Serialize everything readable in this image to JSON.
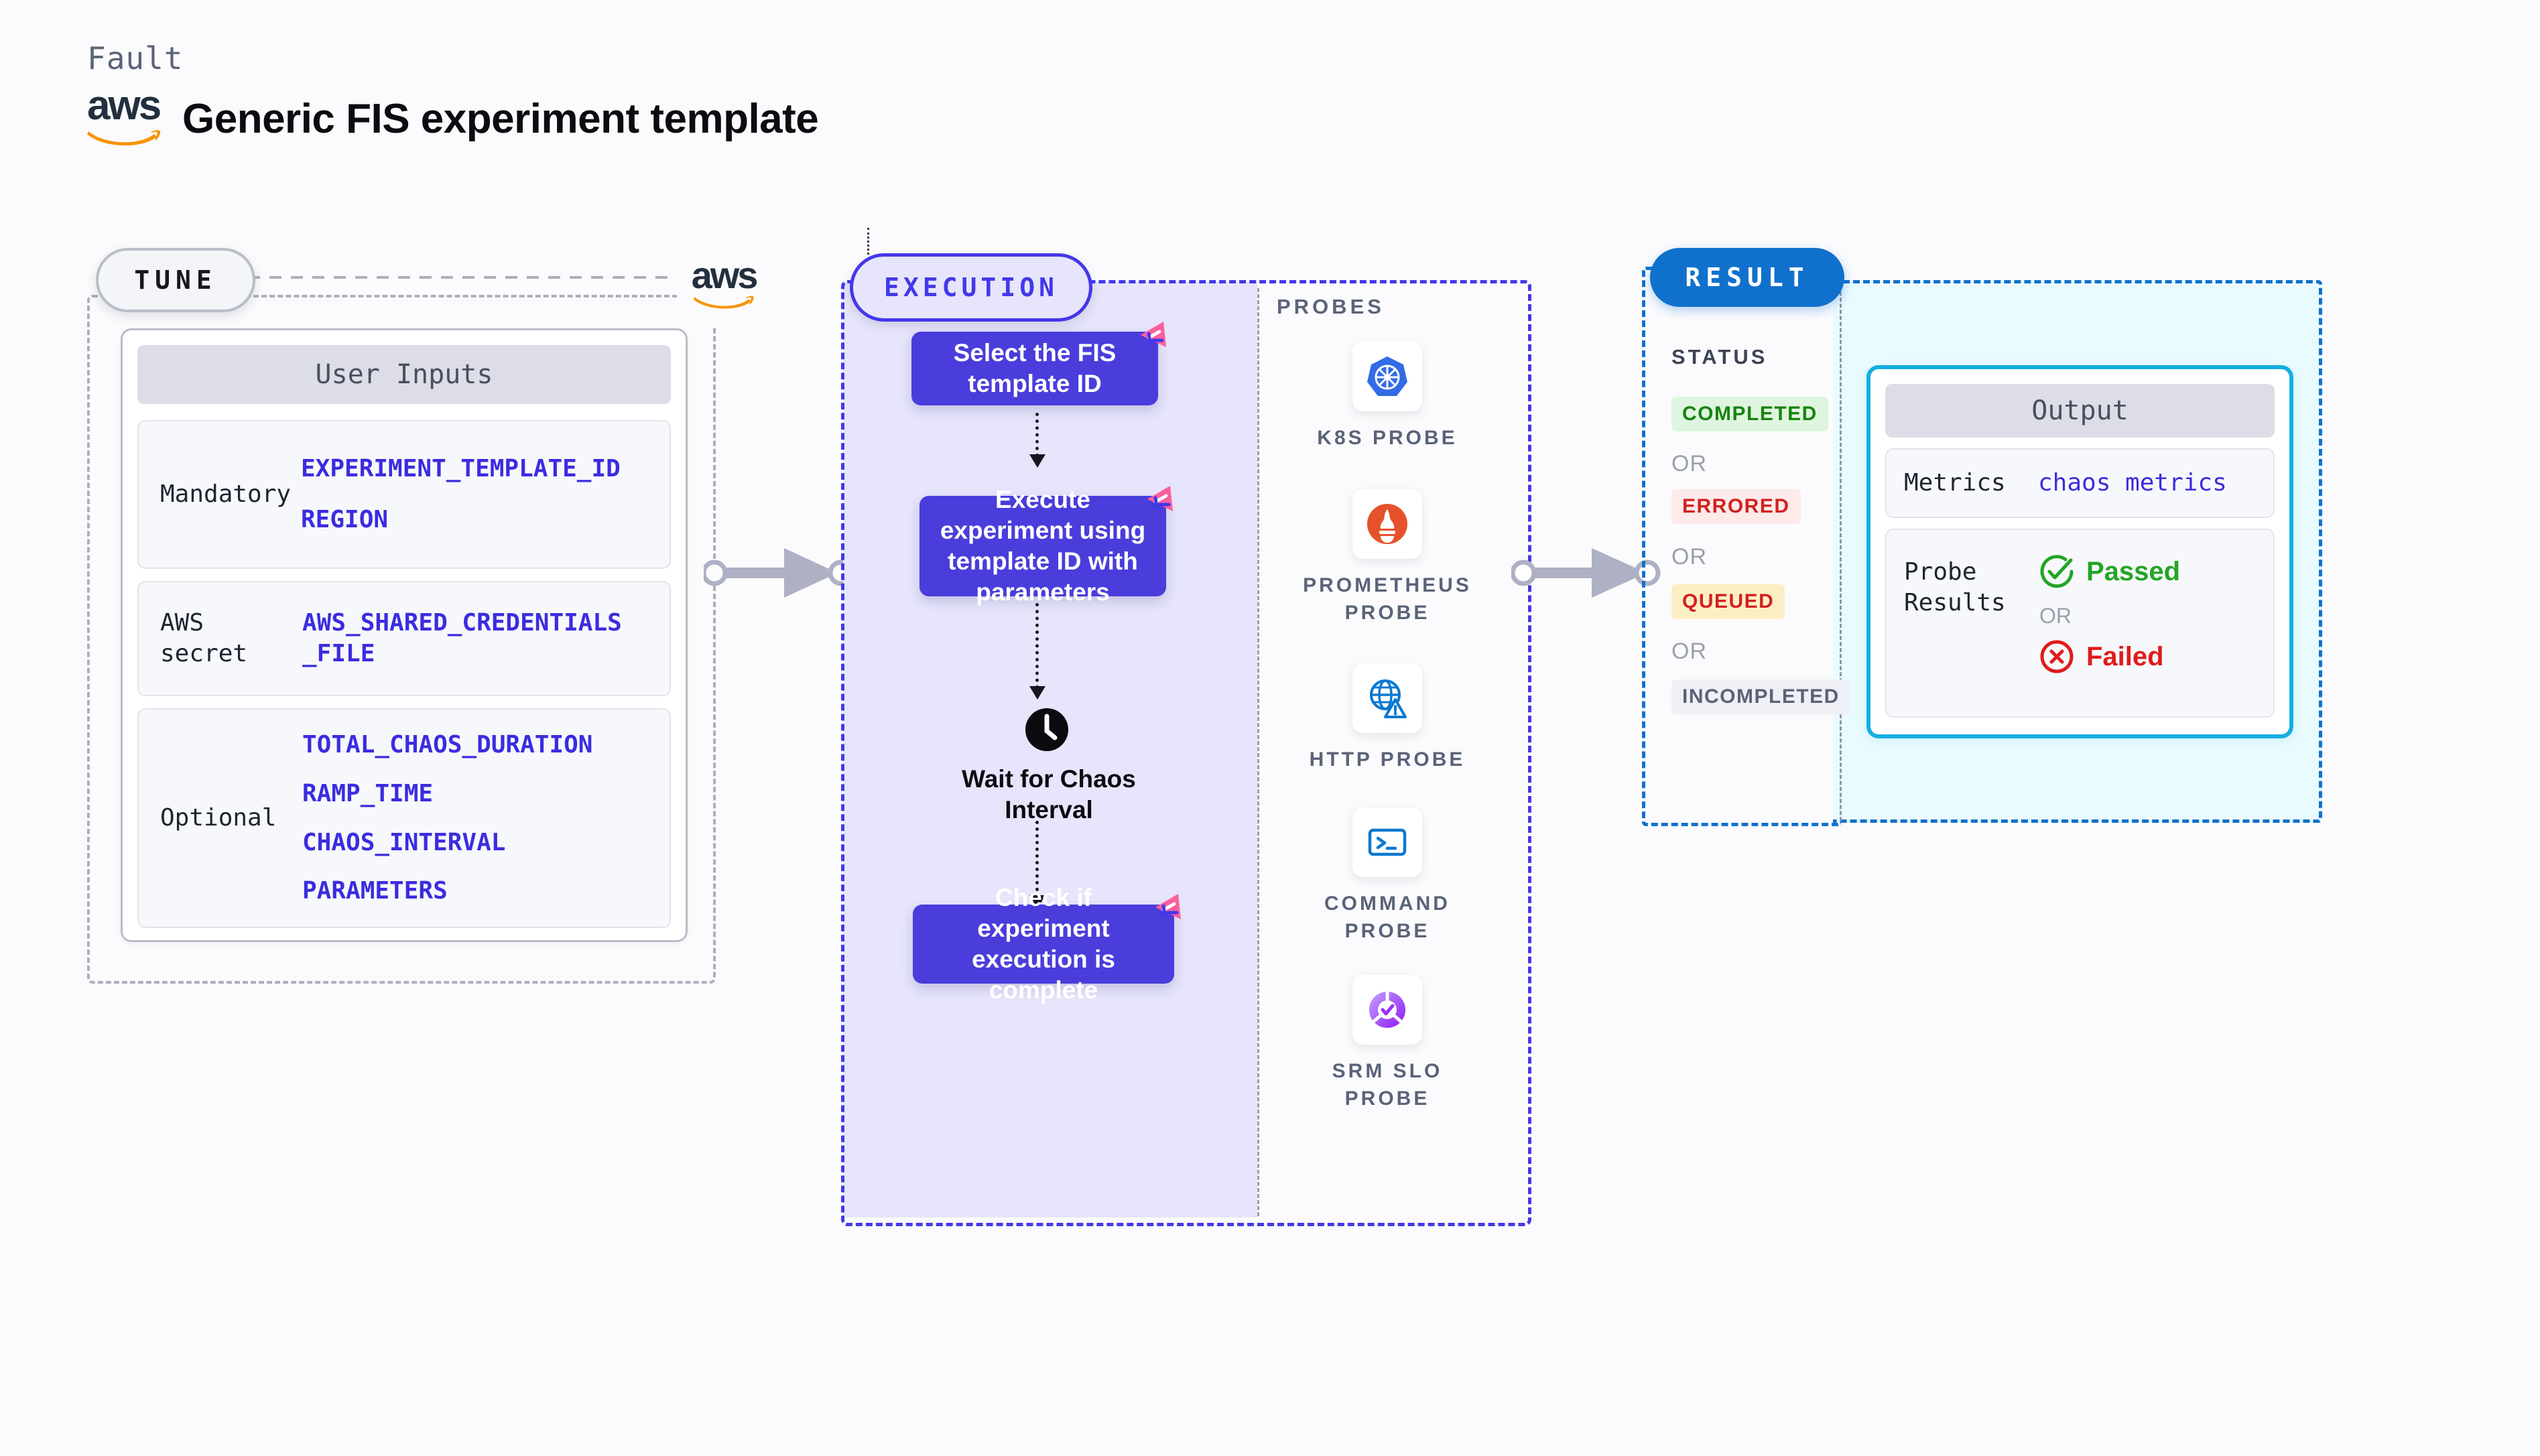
{
  "header": {
    "fault_label": "Fault",
    "logo": "aws-logo",
    "title": "Generic FIS experiment template"
  },
  "tune": {
    "pill_label": "TUNE",
    "aws_badge": "aws",
    "card_title": "User Inputs",
    "sections": [
      {
        "label": "Mandatory",
        "params": [
          "EXPERIMENT_TEMPLATE_ID",
          "REGION"
        ]
      },
      {
        "label": "AWS secret",
        "params": [
          "AWS_SHARED_CREDENTIALS\n_FILE"
        ]
      },
      {
        "label": "Optional",
        "params": [
          "TOTAL_CHAOS_DURATION",
          "RAMP_TIME",
          "CHAOS_INTERVAL",
          "PARAMETERS"
        ]
      }
    ]
  },
  "execution": {
    "pill_label": "EXECUTION",
    "steps": [
      {
        "text": "Select the FIS template ID"
      },
      {
        "text": "Execute experiment using template ID with parameters"
      },
      {
        "text": "Wait for Chaos Interval",
        "icon": "clock-icon"
      },
      {
        "text": "Check if experiment execution is complete"
      }
    ],
    "probes_title": "PROBES",
    "probes": [
      {
        "label": "K8S PROBE",
        "icon": "kubernetes-icon"
      },
      {
        "label": "PROMETHEUS PROBE",
        "icon": "prometheus-icon"
      },
      {
        "label": "HTTP PROBE",
        "icon": "http-globe-icon"
      },
      {
        "label": "COMMAND PROBE",
        "icon": "terminal-icon"
      },
      {
        "label": "SRM SLO PROBE",
        "icon": "srm-slo-icon"
      }
    ]
  },
  "result": {
    "pill_label": "RESULT",
    "status_title": "STATUS",
    "or_label": "OR",
    "statuses": [
      {
        "label": "COMPLETED",
        "bg": "#dff5df",
        "fg": "#17830f"
      },
      {
        "label": "ERRORED",
        "bg": "#fdeaea",
        "fg": "#d42020"
      },
      {
        "label": "QUEUED",
        "bg": "#fdefc4",
        "fg": "#d42020"
      },
      {
        "label": "INCOMPLETED",
        "bg": "#eef0f5",
        "fg": "#5a6378"
      }
    ],
    "output": {
      "title": "Output",
      "metrics_label": "Metrics",
      "metrics_value": "chaos metrics",
      "probe_results_label": "Probe\nResults",
      "passed_label": "Passed",
      "failed_label": "Failed",
      "or_label": "OR"
    }
  },
  "colors": {
    "purple": "#4338ea",
    "flow_box": "#4a3ddb",
    "result_blue": "#1071cd",
    "cyan": "#14aee0",
    "pink": "#fb5f9d",
    "aws_orange": "#f79400",
    "param_blue": "#3b2ce0"
  }
}
